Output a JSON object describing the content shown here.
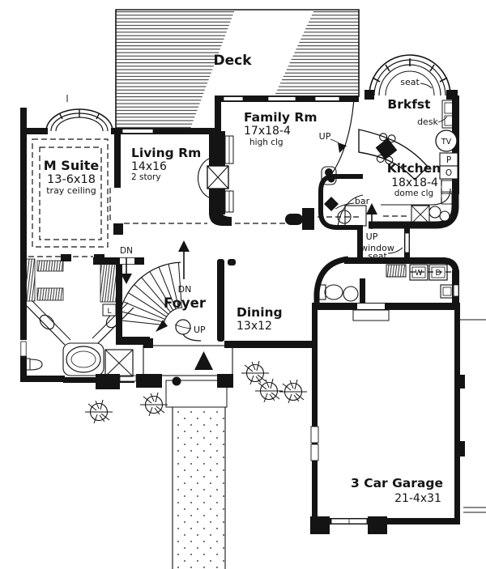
{
  "plan": {
    "type": "first-floor-plan",
    "ink_color": "#141414",
    "paper_color": "#ffffff"
  },
  "rooms": {
    "deck": {
      "name": "Deck"
    },
    "m_suite": {
      "name": "M Suite",
      "dims": "13-6x18",
      "ceiling": "tray ceiling"
    },
    "living": {
      "name": "Living Rm",
      "dims": "14x16",
      "note": "2 story"
    },
    "family": {
      "name": "Family Rm",
      "dims": "17x18-4",
      "ceiling": "high clg"
    },
    "brkfst": {
      "name": "Brkfst"
    },
    "kitchen": {
      "name": "Kitchen",
      "dims": "18x18-4",
      "ceiling": "dome clg"
    },
    "foyer": {
      "name": "Foyer"
    },
    "dining": {
      "name": "Dining",
      "dims": "13x12"
    },
    "garage": {
      "name": "3 Car Garage",
      "dims": "21-4x31"
    }
  },
  "labels": {
    "up": "UP",
    "dn": "DN",
    "seat": "seat",
    "desk": "desk",
    "tv": "TV",
    "pantry": "P",
    "oven": "O",
    "bar": "bar",
    "window_seat_1": "window",
    "window_seat_2": "seat",
    "washer": "W",
    "dryer": "D",
    "linen": "L"
  }
}
